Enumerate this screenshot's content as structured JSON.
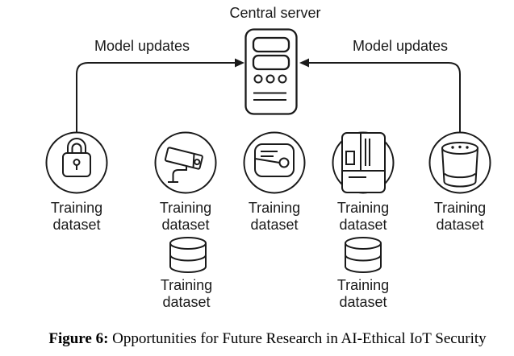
{
  "header": {
    "title": "Central server"
  },
  "arrows": {
    "left_label": "Model updates",
    "right_label": "Model updates"
  },
  "devices": [
    {
      "icon": "padlock-icon",
      "label": "Training dataset"
    },
    {
      "icon": "cctv-camera-icon",
      "label": "Training dataset"
    },
    {
      "icon": "wallet-icon",
      "label": "Training dataset"
    },
    {
      "icon": "smart-fridge-icon",
      "label": "Training dataset"
    },
    {
      "icon": "smart-speaker-icon",
      "label": "Training dataset"
    }
  ],
  "databases": [
    {
      "icon": "database-icon",
      "label": "Training dataset"
    },
    {
      "icon": "database-icon",
      "label": "Training dataset"
    }
  ],
  "caption": {
    "prefix": "Figure 6:",
    "text": " Opportunities for Future Research in AI-Ethical IoT Security"
  },
  "colors": {
    "stroke": "#1a1a1a",
    "background": "#ffffff"
  }
}
